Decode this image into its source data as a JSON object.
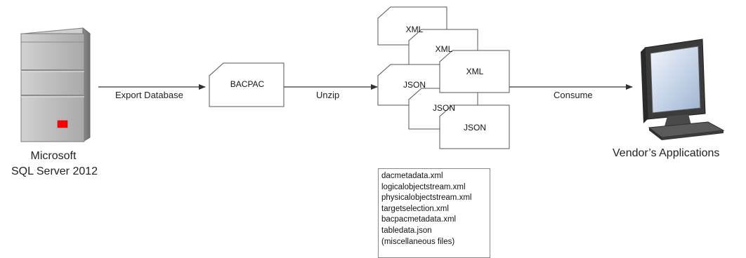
{
  "nodes": {
    "server": {
      "icon": "server-icon",
      "caption_line1": "Microsoft",
      "caption_line2": "SQL Server 2012"
    },
    "bacpac": {
      "label": "BACPAC"
    },
    "documents": [
      {
        "label": "XML"
      },
      {
        "label": "XML"
      },
      {
        "label": "XML"
      },
      {
        "label": "JSON"
      },
      {
        "label": "JSON"
      },
      {
        "label": "JSON"
      }
    ],
    "vendor": {
      "icon": "monitor-icon",
      "caption": "Vendor’s Applications"
    }
  },
  "edges": {
    "export": "Export Database",
    "unzip": "Unzip",
    "consume": "Consume"
  },
  "file_list": [
    "dacmetadata.xml",
    "logicalobjectstream.xml",
    "physicalobjectstream.xml",
    "targetselection.xml",
    "bacpacmetadata.xml",
    "tabledata.json",
    "(miscellaneous files)"
  ],
  "colors": {
    "server_body": "#b5b5b5",
    "server_indicator": "#ff0000",
    "monitor_screen": "#c9d6e6",
    "arrow": "#333333",
    "doc_border": "#555555"
  }
}
